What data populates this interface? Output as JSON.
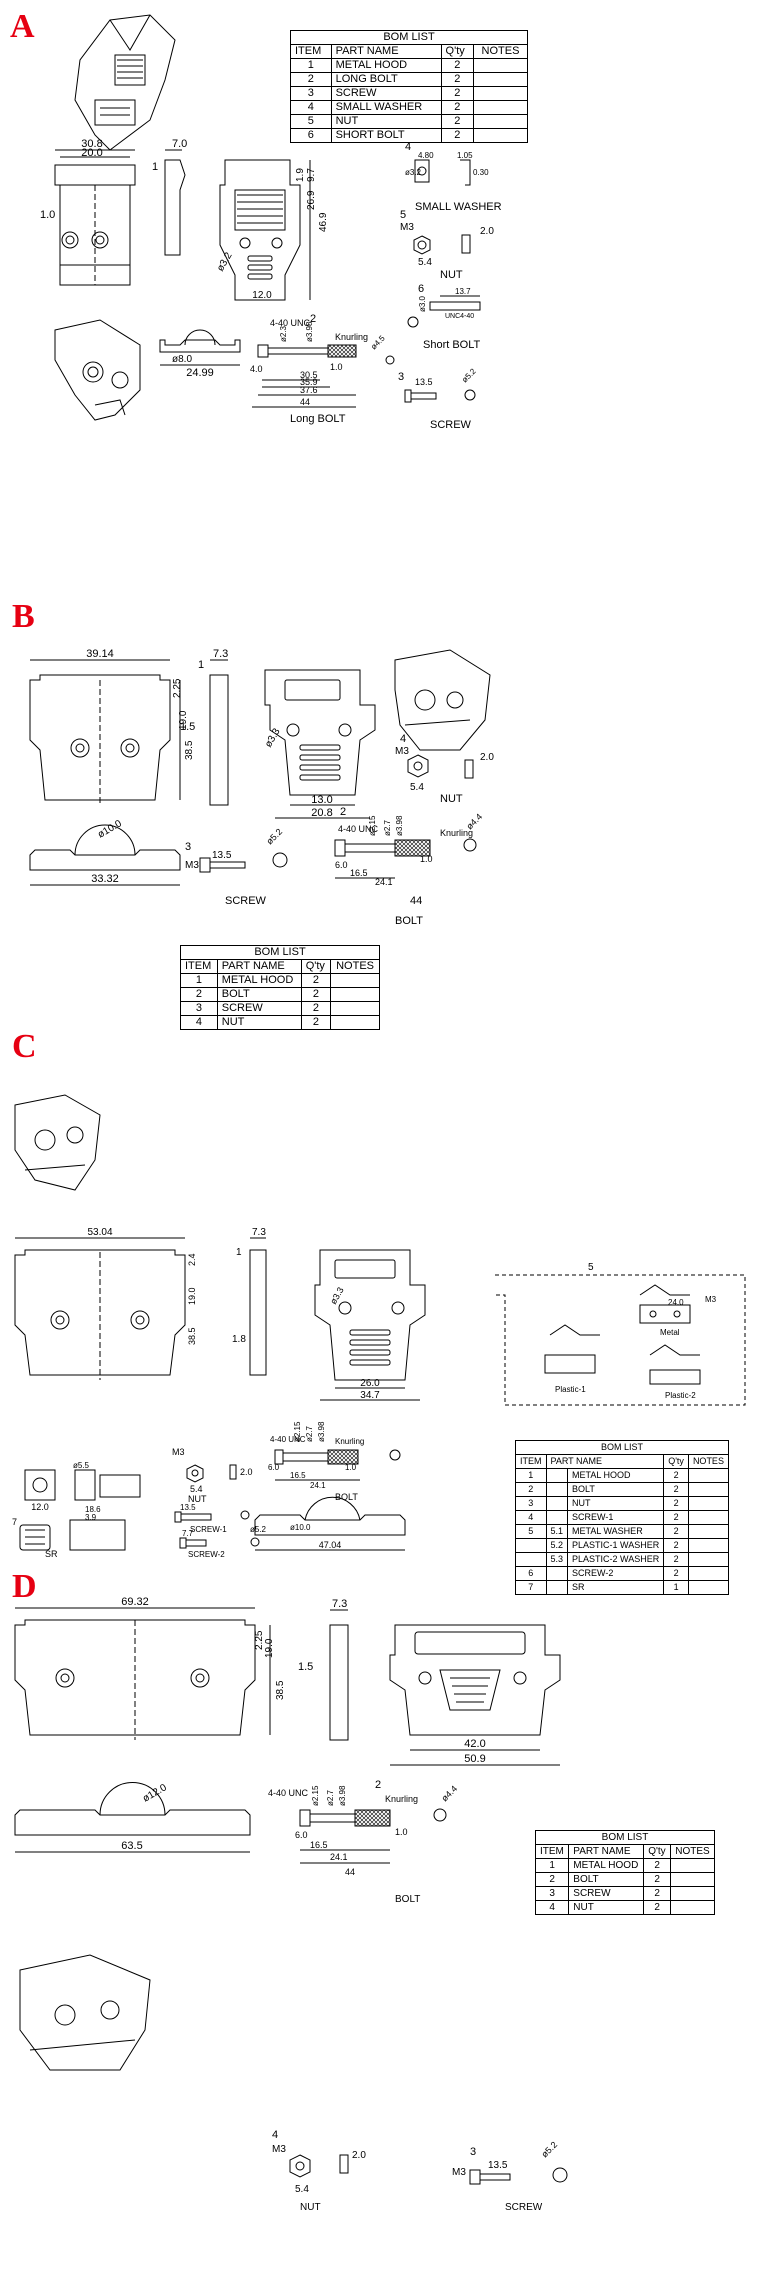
{
  "sections": {
    "A": {
      "letter": "A",
      "bom": {
        "title": "BOM LIST",
        "headers": [
          "ITEM",
          "PART NAME",
          "Q'ty",
          "NOTES"
        ],
        "rows": [
          [
            "1",
            "METAL HOOD",
            "2",
            ""
          ],
          [
            "2",
            "LONG BOLT",
            "2",
            ""
          ],
          [
            "3",
            "SCREW",
            "2",
            ""
          ],
          [
            "4",
            "SMALL WASHER",
            "2",
            ""
          ],
          [
            "5",
            "NUT",
            "2",
            ""
          ],
          [
            "6",
            "SHORT BOLT",
            "2",
            ""
          ]
        ]
      },
      "dims": {
        "hood_width_outer": "30.8",
        "hood_width_inner": "20.0",
        "side_depth": "7.0",
        "side_offset": "1.0",
        "front_h1": "1.9",
        "front_h2": "9.7",
        "front_h3": "26.9",
        "front_h4": "46.9",
        "hole_dia": "ø3.2",
        "bottom_width": "12.0",
        "arc_width": "24.99",
        "arc_radius": "ø8.0",
        "bolt_thread": "4-40 UNC",
        "bolt_d1": "ø2.3",
        "bolt_d2": "ø3.98",
        "knurling": "Knurling",
        "bolt_len1": "1.0",
        "bolt_head": "4.0",
        "bolt_len2": "30.5",
        "bolt_len3": "35.9",
        "bolt_len4": "37.6",
        "bolt_len5": "44",
        "bolt_d3": "ø4.5",
        "screw_len": "13.5",
        "screw_d": "ø5.2",
        "washer_w": "4.80",
        "washer_h": "1.05",
        "washer_t": "0.30",
        "washer_d": "ø3.2",
        "nut_m": "M3",
        "nut_w": "5.4",
        "nut_t": "2.0",
        "short_bolt_len": "13.7",
        "short_bolt_d": "ø3.0",
        "short_bolt_thread": "UNC4-40"
      },
      "labels": {
        "small_washer": "SMALL WASHER",
        "nut": "NUT",
        "short_bolt": "Short BOLT",
        "long_bolt": "Long BOLT",
        "screw": "SCREW"
      }
    },
    "B": {
      "letter": "B",
      "bom": {
        "title": "BOM LIST",
        "headers": [
          "ITEM",
          "PART NAME",
          "Q'ty",
          "NOTES"
        ],
        "rows": [
          [
            "1",
            "METAL HOOD",
            "2",
            ""
          ],
          [
            "2",
            "BOLT",
            "2",
            ""
          ],
          [
            "3",
            "SCREW",
            "2",
            ""
          ],
          [
            "4",
            "NUT",
            "2",
            ""
          ]
        ]
      },
      "dims": {
        "width": "39.14",
        "side_w": "7.3",
        "h1": "2.25",
        "h2": "19.0",
        "h3": "38.5",
        "side_off": "1.5",
        "hole": "ø3.3",
        "bottom1": "13.0",
        "bottom2": "20.8",
        "arc_w": "33.32",
        "arc_r": "ø10.0",
        "screw_len": "13.5",
        "screw_m": "M3",
        "screw_d": "ø5.2",
        "nut_m": "M3",
        "nut_w": "5.4",
        "nut_t": "2.0",
        "bolt_thread": "4-40 UNC",
        "bolt_d1": "ø2.15",
        "bolt_d2": "ø2.7",
        "bolt_d3": "ø3.98",
        "knurling": "Knurling",
        "bolt_d4": "ø4.4",
        "bolt_head": "6.0",
        "bolt_len1": "16.5",
        "bolt_len2": "24.1",
        "bolt_len3": "44",
        "bolt_knurl": "1.0"
      },
      "labels": {
        "nut": "NUT",
        "screw": "SCREW",
        "bolt": "BOLT"
      }
    },
    "C": {
      "letter": "C",
      "bom": {
        "title": "BOM LIST",
        "headers": [
          "ITEM",
          "PART NAME",
          "Q'ty",
          "NOTES"
        ],
        "rows": [
          [
            "1",
            "",
            "METAL HOOD",
            "2"
          ],
          [
            "2",
            "",
            "BOLT",
            "2"
          ],
          [
            "3",
            "",
            "NUT",
            "2"
          ],
          [
            "4",
            "",
            "SCREW-1",
            "2"
          ],
          [
            "5",
            "5.1",
            "METAL WASHER",
            "2"
          ],
          [
            "",
            "5.2",
            "PLASTIC-1 WASHER",
            "2"
          ],
          [
            "",
            "5.3",
            "PLASTIC-2 WASHER",
            "2"
          ],
          [
            "6",
            "",
            "SCREW-2",
            "2"
          ],
          [
            "7",
            "",
            "SR",
            "1"
          ]
        ]
      },
      "dims": {
        "width": "53.04",
        "side_w": "7.3",
        "h1": "2.4",
        "h2": "19.0",
        "h3": "38.5",
        "side_off": "1.8",
        "bottom1": "26.0",
        "bottom2": "34.7",
        "hole": "ø3.3",
        "arc_w": "47.04",
        "arc_r": "ø10.0",
        "sr_w": "12.0",
        "sr_d": "ø5.5",
        "sr_l1": "18.6",
        "sr_l2": "3.9",
        "nut_m": "M3",
        "nut_w": "5.4",
        "nut_t": "2.0",
        "screw1_len": "13.5",
        "screw2_len": "7.7",
        "screw2_d": "ø5.2",
        "bolt_thread": "4-40 UNC",
        "bolt_d1": "ø2.15",
        "bolt_d2": "ø2.7",
        "bolt_d3": "ø3.98",
        "bolt_head": "6.0",
        "bolt_len1": "16.5",
        "bolt_len2": "24.1",
        "bolt_knurl": "1.0",
        "washer_w": "24.0",
        "washer_m": "M3"
      },
      "labels": {
        "sr": "SR",
        "nut": "NUT",
        "screw1": "SCREW-1",
        "screw2": "SCREW-2",
        "bolt": "BOLT",
        "knurling": "Knurling",
        "metal": "Metal",
        "plastic1": "Plastic-1",
        "plastic2": "Plastic-2"
      }
    },
    "D": {
      "letter": "D",
      "bom": {
        "title": "BOM LIST",
        "headers": [
          "ITEM",
          "PART NAME",
          "Q'ty",
          "NOTES"
        ],
        "rows": [
          [
            "1",
            "METAL HOOD",
            "2",
            ""
          ],
          [
            "2",
            "BOLT",
            "2",
            ""
          ],
          [
            "3",
            "SCREW",
            "2",
            ""
          ],
          [
            "4",
            "NUT",
            "2",
            ""
          ]
        ]
      },
      "dims": {
        "width": "69.32",
        "side_w": "7.3",
        "h1": "2.25",
        "h2": "19.0",
        "h3": "38.5",
        "side_off": "1.5",
        "bottom1": "42.0",
        "bottom2": "50.9",
        "arc_w": "63.5",
        "arc_r": "ø12.0",
        "bolt_thread": "4-40 UNC",
        "bolt_d1": "ø2.15",
        "bolt_d2": "ø2.7",
        "bolt_d3": "ø3.98",
        "knurling": "Knurling",
        "bolt_d4": "ø4.4",
        "bolt_head": "6.0",
        "bolt_len1": "16.5",
        "bolt_len2": "24.1",
        "bolt_len3": "44",
        "bolt_knurl": "1.0",
        "nut_m": "M3",
        "nut_w": "5.4",
        "nut_t": "2.0",
        "screw_m": "M3",
        "screw_len": "13.5",
        "screw_d": "ø5.2"
      },
      "labels": {
        "bolt": "BOLT",
        "nut": "NUT",
        "screw": "SCREW"
      }
    }
  },
  "colors": {
    "letter": "#e60012",
    "line": "#000000"
  }
}
